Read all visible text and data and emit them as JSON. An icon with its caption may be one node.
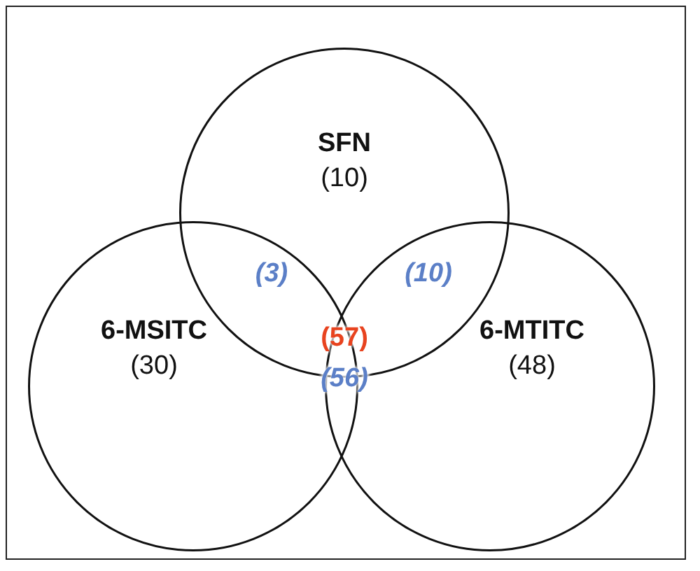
{
  "diagram": {
    "nodes": [
      {
        "text": [
          "SFN",
          "(10)"
        ]
      },
      {
        "text": [
          "6-MSITC",
          "(30)"
        ]
      },
      {
        "text": [
          "6-MTITC",
          "(48)"
        ]
      }
    ],
    "edges": [],
    "labels": [
      "(3)",
      "(10)",
      "(57)",
      "(56)"
    ]
  }
}
